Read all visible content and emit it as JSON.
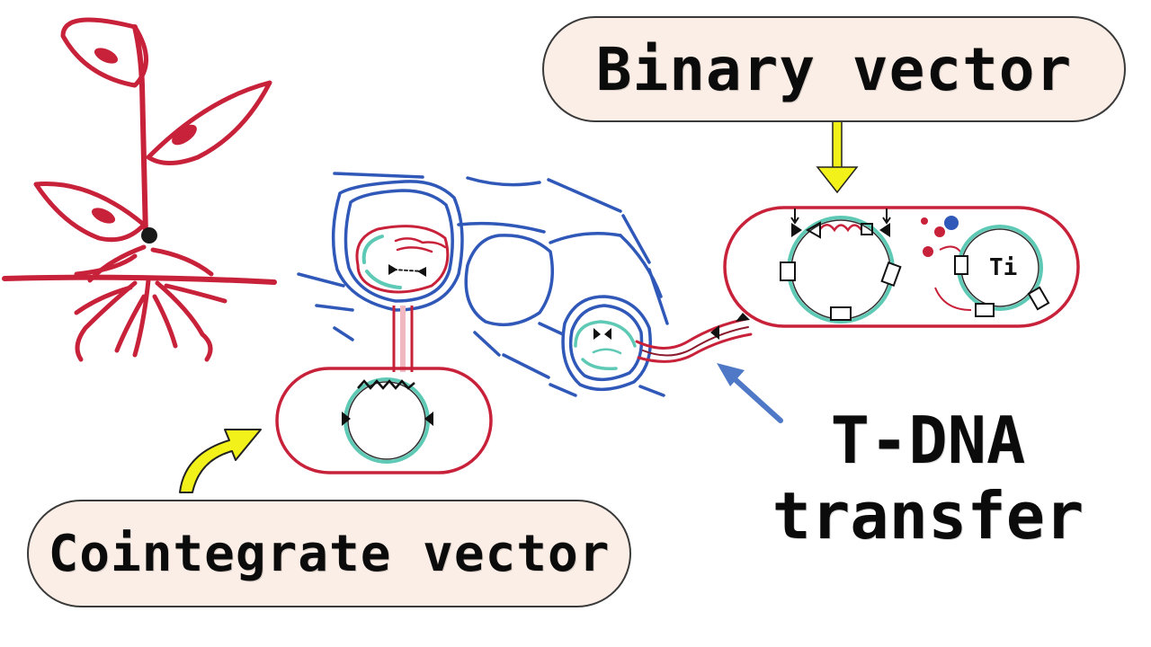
{
  "labels": {
    "binary_vector": "Binary vector",
    "cointegrate_vector": "Cointegrate vector",
    "tdna_line1": "T-DNA",
    "tdna_line2": "transfer",
    "ti_plasmid": "Ti"
  },
  "colors": {
    "plant_red": "#c8213a",
    "cell_blue": "#2f58b8",
    "plasmid_teal": "#5ec9b5",
    "pill_fill": "#fbeee6",
    "arrow_yellow": "#f2f21a",
    "arrow_blue": "#4f79c6"
  },
  "icons": {
    "plant": "plant-drawing-icon",
    "agrobacterium_binary": "agrobacterium-cell-icon",
    "agrobacterium_cointegrate": "agrobacterium-cell-icon"
  }
}
